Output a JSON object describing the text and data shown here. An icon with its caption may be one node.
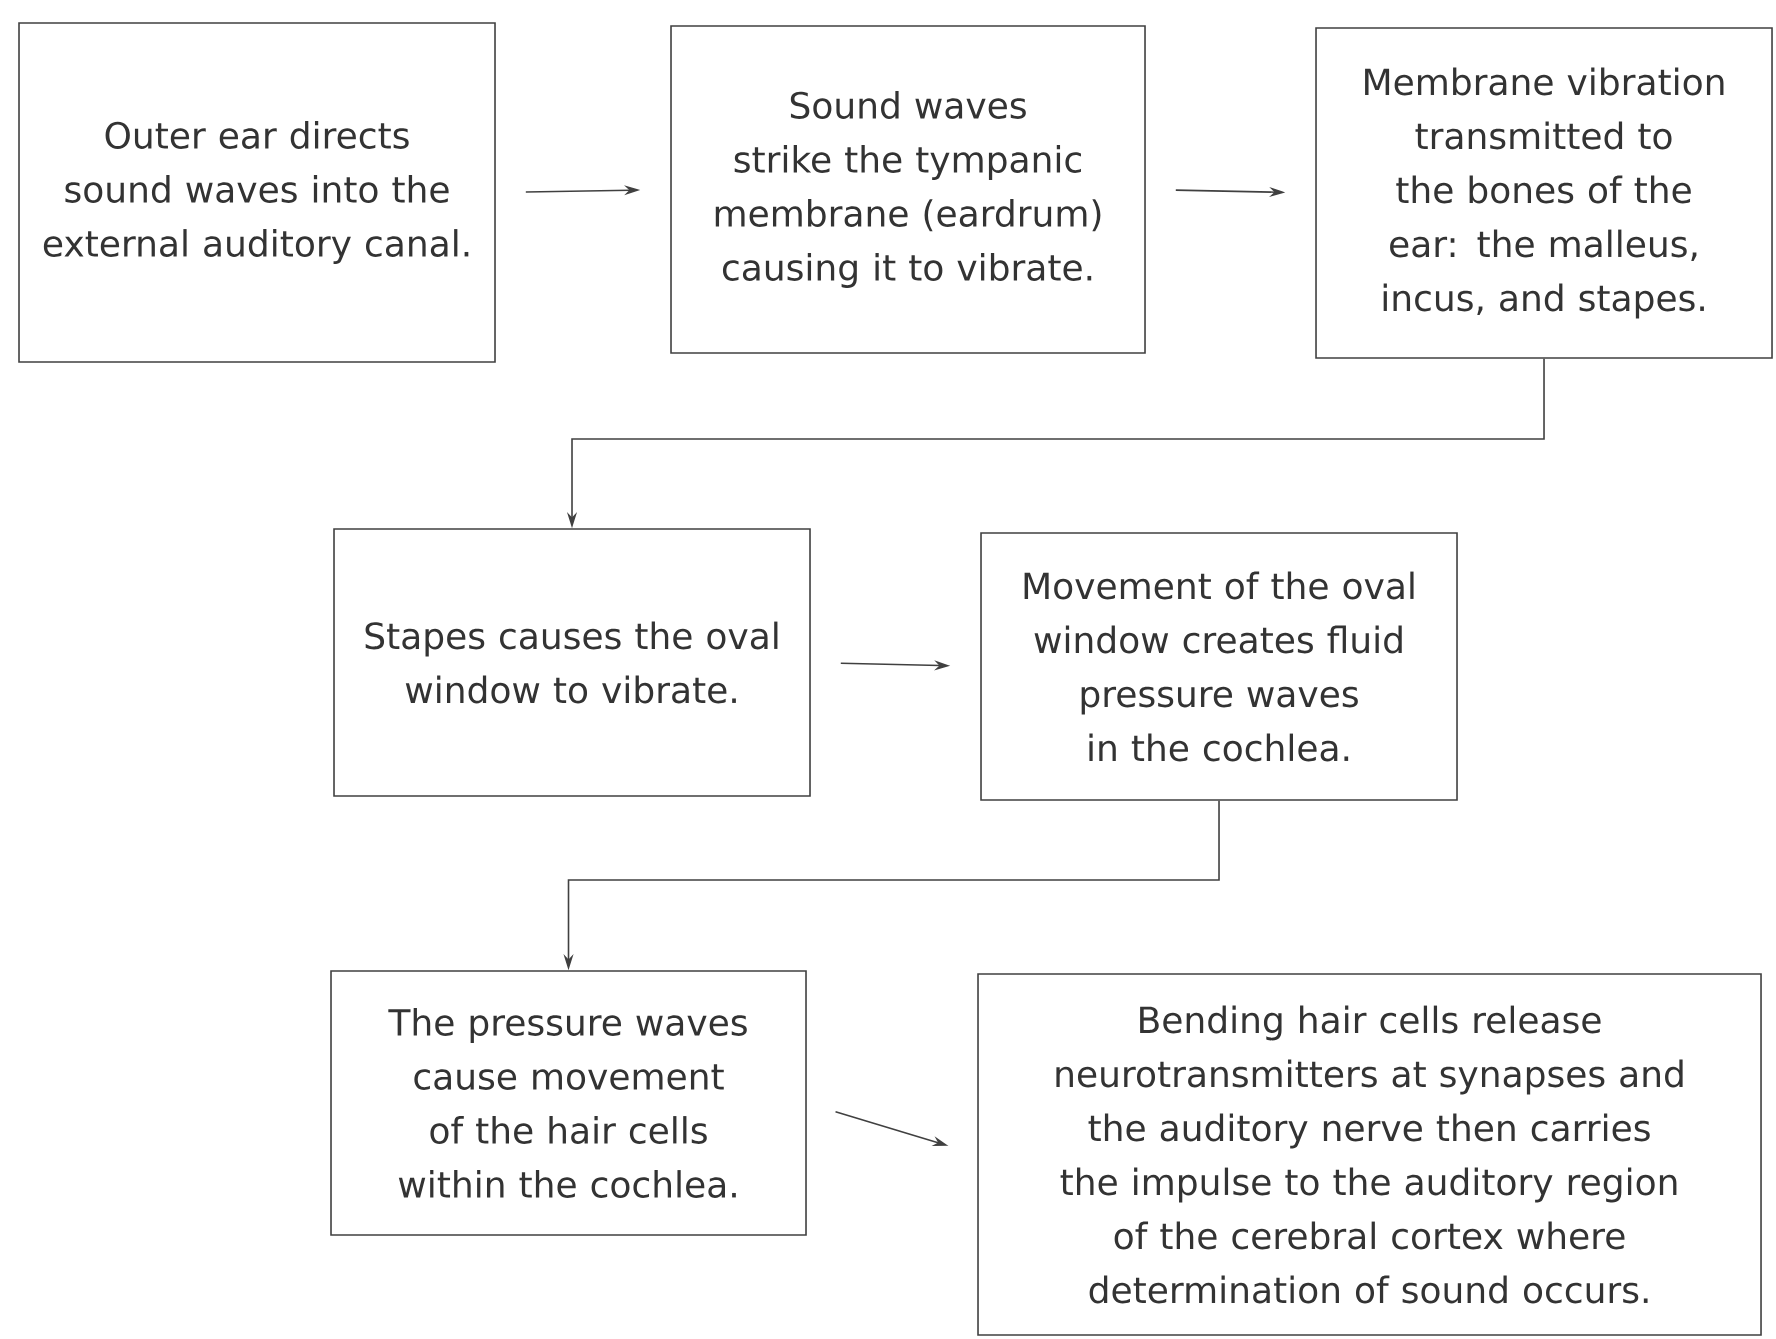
{
  "diagram": {
    "nodes": [
      {
        "text": [
          "Outer ear directs sound waves into the external auditory canal."
        ]
      },
      {
        "text": [
          "Sound waves strike the tympanic membrane (eardrum) causing it to vibrate."
        ]
      },
      {
        "text": [
          "Membrane vibration transmitted to the bones of the ear: the malleus, incus, and stapes."
        ]
      },
      {
        "text": [
          "Stapes causes the oval window to vibrate."
        ]
      },
      {
        "text": [
          "Movement of the oval window creates fluid pressure waves in the cochlea."
        ]
      },
      {
        "text": [
          "The pressure waves cause movement of the hair cells within the cochlea."
        ]
      },
      {
        "text": [
          "Bending hair cells release neurotransmitters at synapses and the auditory nerve then carries the impulse to the auditory region of the cerebral cortex where determination of sound occurs."
        ]
      }
    ],
    "edges": [
      {
        "from": 0,
        "to": 1,
        "arrow": "to"
      },
      {
        "from": 1,
        "to": 2,
        "arrow": "to"
      },
      {
        "from": 2,
        "to": 3,
        "arrow": "to"
      },
      {
        "from": 3,
        "to": 4,
        "arrow": "to"
      },
      {
        "from": 4,
        "to": 5,
        "arrow": "to"
      },
      {
        "from": 5,
        "to": 6,
        "arrow": "to"
      }
    ]
  }
}
